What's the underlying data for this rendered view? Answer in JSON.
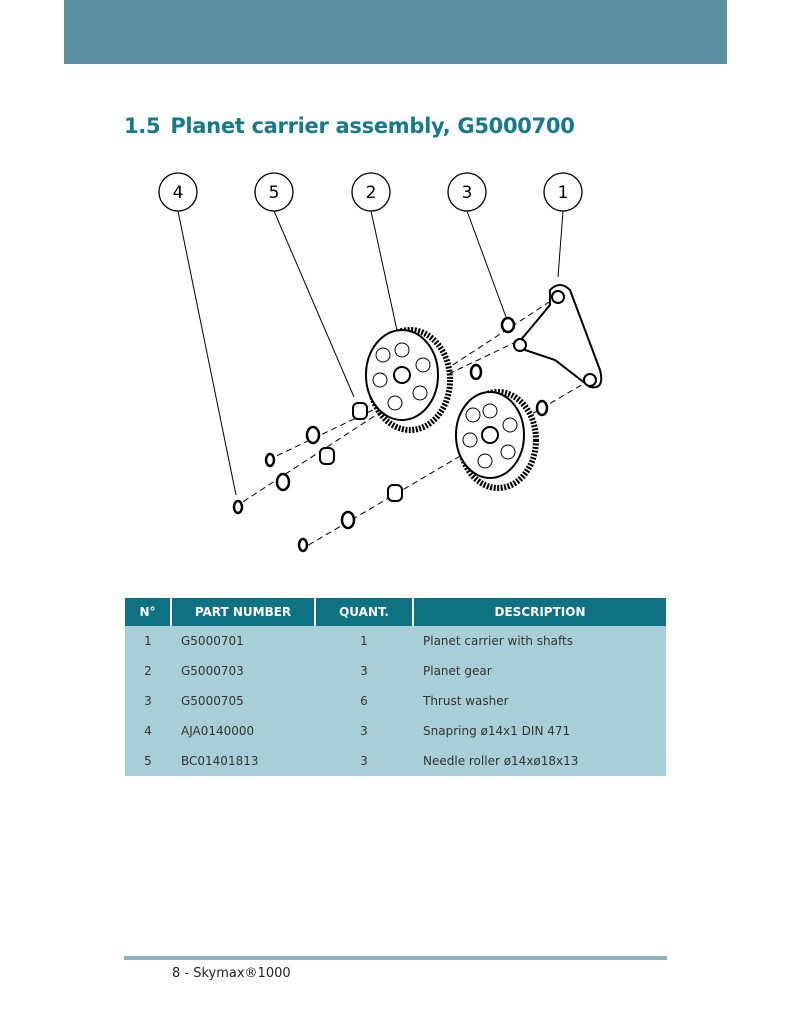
{
  "section": {
    "number": "1.5",
    "title": "Planet carrier assembly, G5000700"
  },
  "diagram": {
    "callouts": [
      "4",
      "5",
      "2",
      "3",
      "1"
    ]
  },
  "table": {
    "headers": [
      "N°",
      "PART NUMBER",
      "QUANT.",
      "DESCRIPTION"
    ],
    "rows": [
      {
        "n": "1",
        "part": "G5000701",
        "qty": "1",
        "desc": "Planet carrier with shafts"
      },
      {
        "n": "2",
        "part": "G5000703",
        "qty": "3",
        "desc": "Planet gear"
      },
      {
        "n": "3",
        "part": "G5000705",
        "qty": "6",
        "desc": "Thrust washer"
      },
      {
        "n": "4",
        "part": "AJA0140000",
        "qty": "3",
        "desc": "Snapring ø14x1 DIN 471"
      },
      {
        "n": "5",
        "part": "BC01401813",
        "qty": "3",
        "desc": "Needle roller ø14xø18x13"
      }
    ]
  },
  "footer": {
    "text": "8 -  Skymax®1000"
  },
  "colors": {
    "band": "#5b8f9f",
    "title": "#137b8b",
    "table_header": "#0e7283",
    "table_row": "#a8cfd7"
  }
}
